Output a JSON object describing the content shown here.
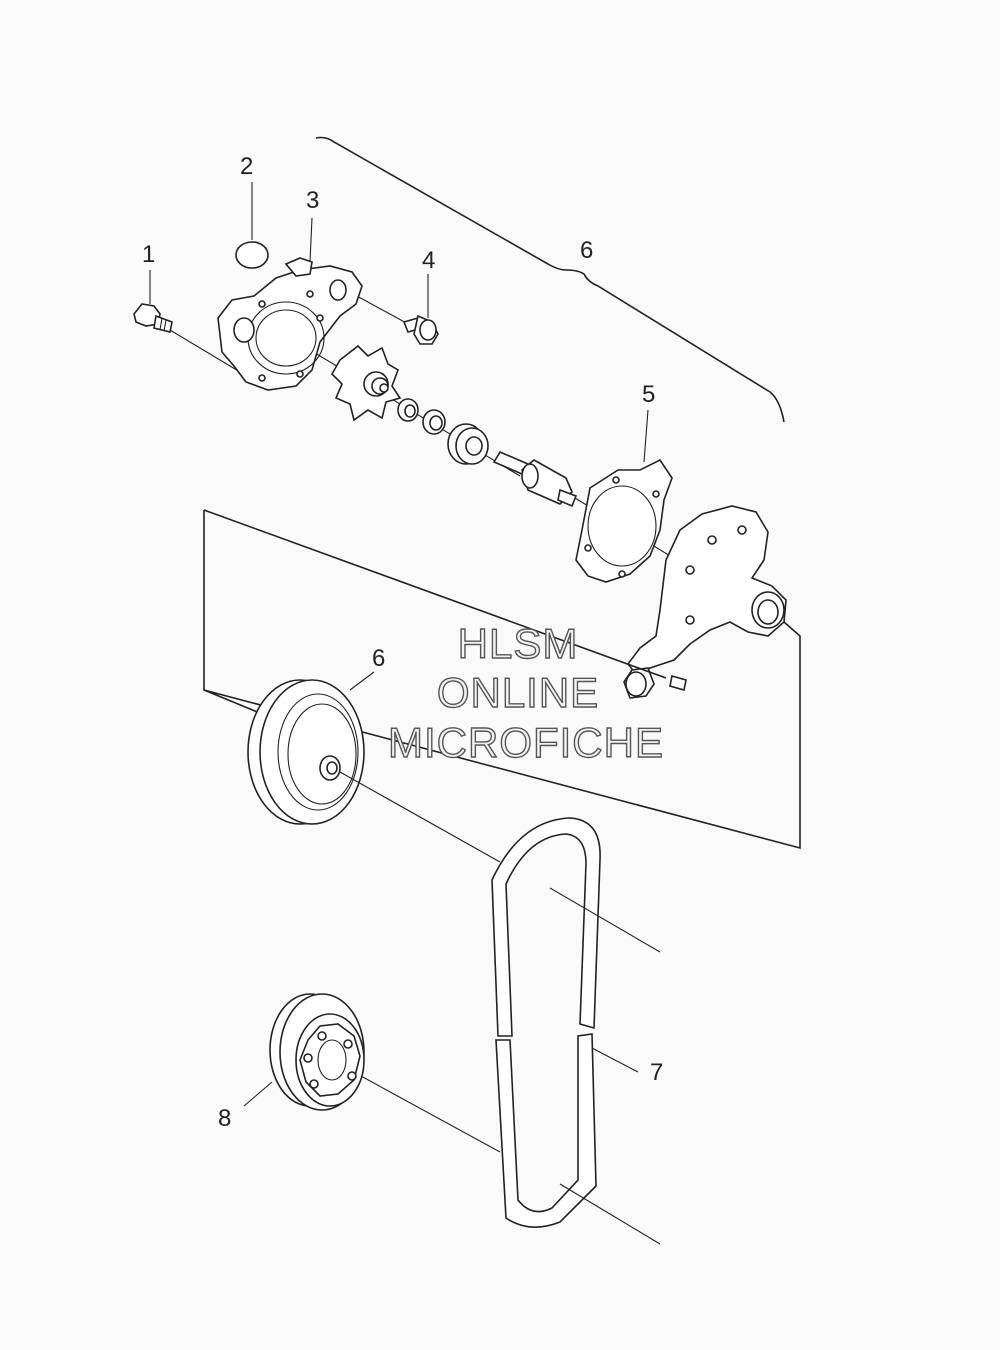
{
  "callouts": {
    "c1": "1",
    "c2": "2",
    "c3": "3",
    "c4": "4",
    "c5": "5",
    "c6_bracket": "6",
    "c6_pulley": "6",
    "c7": "7",
    "c8": "8"
  },
  "watermark": {
    "line1": "HLSM",
    "line2": "ONLINE",
    "line3": "MICROFICHE"
  }
}
